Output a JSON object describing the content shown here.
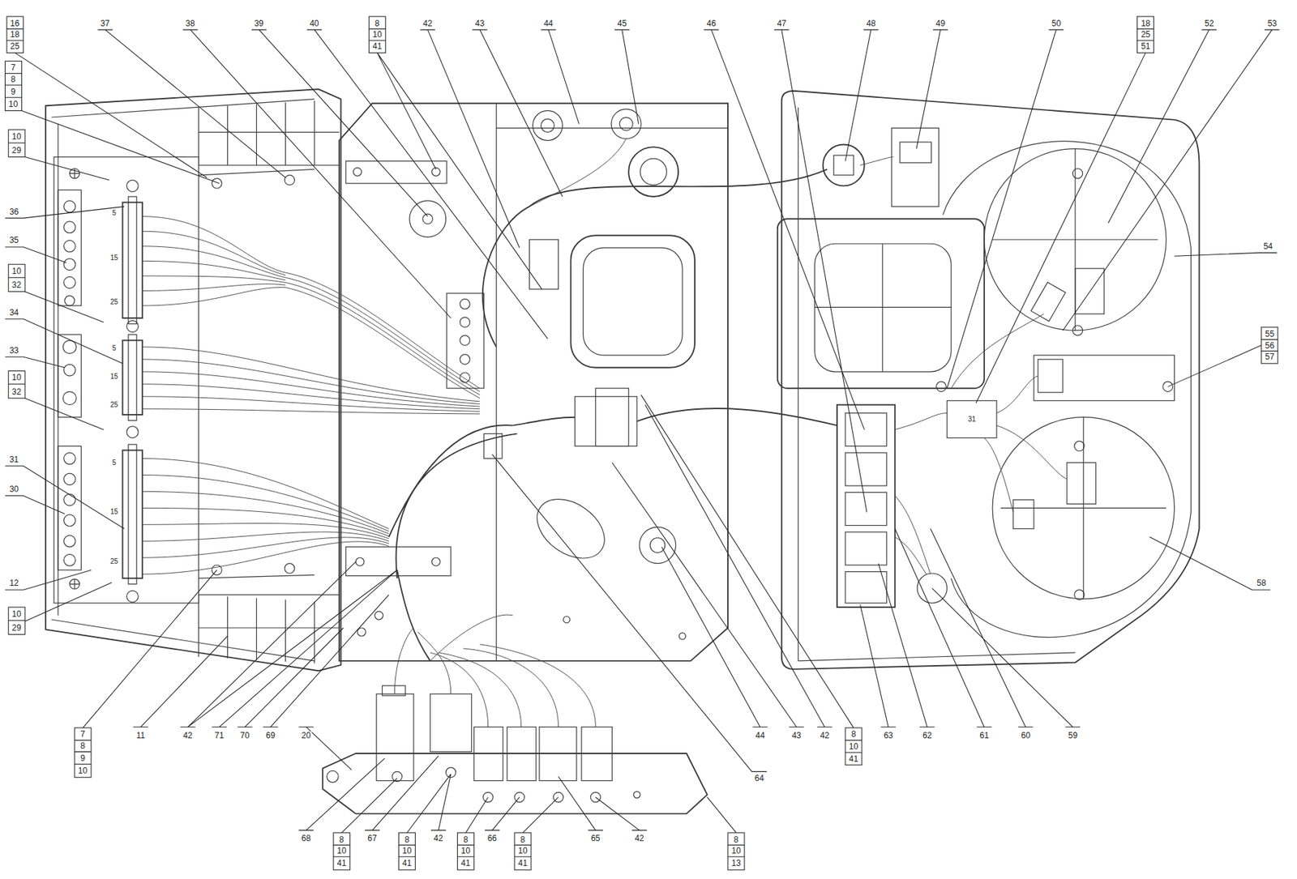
{
  "diagram": {
    "labels": [
      "16",
      "18",
      "25",
      "37",
      "38",
      "39",
      "40",
      "8",
      "10",
      "41",
      "42",
      "43",
      "44",
      "45",
      "46",
      "47",
      "48",
      "49",
      "50",
      "18",
      "25",
      "51",
      "52",
      "53",
      "7",
      "8",
      "9",
      "10",
      "10",
      "29",
      "36",
      "35",
      "10",
      "32",
      "34",
      "33",
      "10",
      "32",
      "31",
      "30",
      "12",
      "10",
      "29",
      "54",
      "55",
      "56",
      "57",
      "58",
      "7",
      "8",
      "9",
      "10",
      "11",
      "42",
      "71",
      "70",
      "69",
      "20",
      "44",
      "43",
      "42",
      "8",
      "10",
      "41",
      "63",
      "62",
      "61",
      "60",
      "59",
      "64",
      "68",
      "8",
      "10",
      "41",
      "67",
      "8",
      "10",
      "41",
      "42",
      "8",
      "10",
      "41",
      "66",
      "8",
      "10",
      "41",
      "65",
      "42",
      "8",
      "10",
      "13",
      "31",
      "5",
      "15",
      "25",
      "5",
      "15",
      "25",
      "5",
      "15",
      "25"
    ]
  }
}
